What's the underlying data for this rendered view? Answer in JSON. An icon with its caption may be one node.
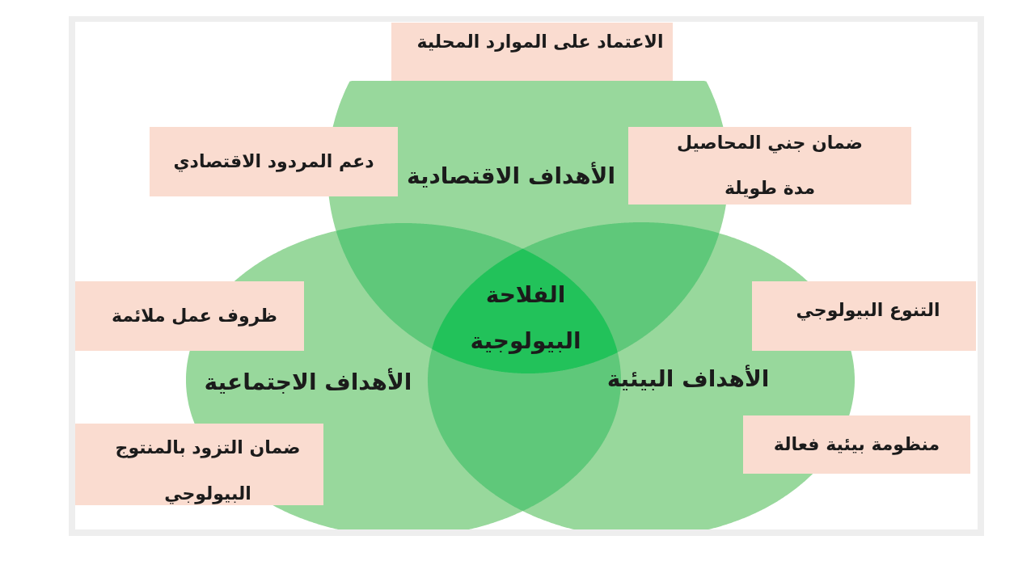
{
  "diagram": {
    "nodes": [
      {
        "text": [
          "الاعتماد على الموارد المحلية"
        ]
      },
      {
        "text": [
          "دعم المردود الاقتصادي"
        ]
      },
      {
        "text": [
          "الأهداف الاقتصادية"
        ]
      },
      {
        "text": [
          "ضمان جني المحاصيل مدة طويلة"
        ]
      },
      {
        "text": [
          "الفلاحة البيولوجية"
        ]
      },
      {
        "text": [
          "ظروف عمل ملائمة"
        ]
      },
      {
        "text": [
          "التنوع البيولوجي"
        ]
      },
      {
        "text": [
          "الأهداف الاجتماعية"
        ]
      },
      {
        "text": [
          "الأهداف البيئية"
        ]
      },
      {
        "text": [
          "ضمان التزود بالمنتوج البيولوجي"
        ]
      },
      {
        "text": [
          "منظومة بيئية فعالة"
        ]
      }
    ]
  }
}
